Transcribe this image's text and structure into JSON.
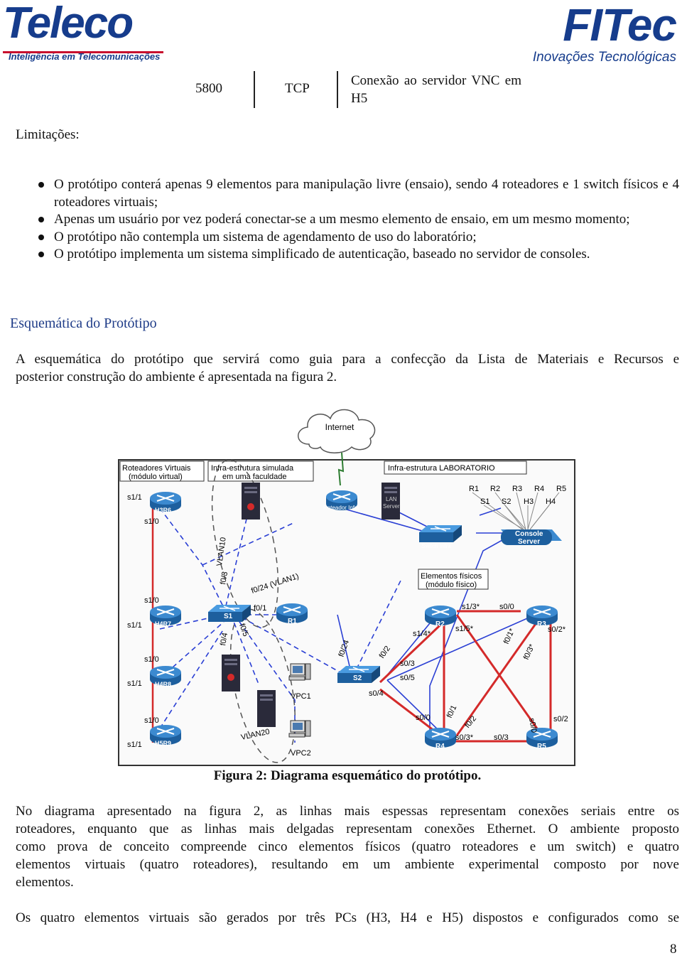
{
  "header": {
    "teleco_logo": {
      "name": "Teleco",
      "tagline": "Inteligência em Telecomunicações"
    },
    "fitec_logo": {
      "name": "FITec",
      "tagline": "Inovações Tecnológicas"
    }
  },
  "table_row": {
    "port": "5800",
    "protocol": "TCP",
    "description": "Conexão ao servidor VNC em H5"
  },
  "limitations": {
    "title": "Limitações:",
    "items": [
      "O protótipo conterá apenas 9 elementos para manipulação livre (ensaio), sendo 4 roteadores e 1 switch físicos e 4 roteadores virtuais;",
      "Apenas um usuário por vez poderá conectar-se a um mesmo elemento de ensaio, em um mesmo momento;",
      "O protótipo não contempla um sistema de agendamento de uso do laboratório;",
      "O protótipo implementa um sistema simplificado de autenticação, baseado no servidor de consoles."
    ]
  },
  "schematic": {
    "title": "Esquemática do Protótipo",
    "intro_line1": "A esquemática do protótipo que servirá como guia para a confecção da Lista de Materiais e Recursos e",
    "intro_line2": "posterior construção do ambiente é apresentada na figura 2."
  },
  "figure": {
    "caption": "Figura 2: Diagrama esquemático do protótipo.",
    "internet": "Internet",
    "box_virtual": [
      "Roteadores Virtuais",
      "(módulo virtual)"
    ],
    "box_sim": [
      "Infra-estrutura simulada",
      "em uma faculdade"
    ],
    "box_lab": "Infra-estrutura LABORATORIO",
    "box_fisicos": [
      "Elementos físicos",
      "(módulo físico)"
    ],
    "router_infra": "Roteador Infra",
    "lan_server": [
      "LAN",
      "Server"
    ],
    "switch_infra": "Switch Infra",
    "console_server": [
      "Console",
      "Server"
    ],
    "console_top": [
      "R1",
      "R2",
      "R3",
      "R4",
      "R5"
    ],
    "console_bottom": [
      "S1",
      "S2",
      "H3",
      "H4"
    ],
    "virtual_routers": [
      "H3R6",
      "H4R7",
      "H4R8",
      "H5R9"
    ],
    "vr_ports": [
      "s1/1",
      "s1/0",
      "s1/0",
      "s1/1",
      "s1/0",
      "s1/1",
      "s1/0",
      "s1/1"
    ],
    "s1": "S1",
    "r1": "R1",
    "s2": "S2",
    "r2": "R2",
    "r3": "R3",
    "r4": "R4",
    "r5": "R5",
    "vlan10": "VLAN10",
    "vlan20": "VLAN20",
    "vpc1": "VPC1",
    "vpc2": "VPC2",
    "s1_ports": [
      "f0/3",
      "f0/24 (VLAN1)",
      "f0/1",
      "f0/5",
      "f0/4"
    ],
    "s2_ports": [
      "f0/24",
      "f0/2",
      "s0/3",
      "s0/5",
      "s0/4"
    ],
    "r_ports": [
      "s1/3*",
      "s0/0",
      "s1/4*",
      "s1/5*",
      "f0/1*",
      "s0/2*",
      "f0/3*",
      "s0/0",
      "f0/1",
      "f0/2",
      "s0/3*",
      "s0/3",
      "s0/0",
      "s0/2"
    ]
  },
  "body_text": {
    "p1": [
      "No diagrama apresentado na figura 2, as linhas mais espessas representam conexões seriais entre os",
      "roteadores, enquanto que as linhas mais delgadas representam conexões Ethernet. O ambiente proposto",
      "como prova de conceito compreende cinco elementos físicos (quatro roteadores e um switch) e quatro",
      "elementos virtuais (quatro roteadores), resultando em um ambiente experimental composto por nove",
      "elementos."
    ],
    "p2": "Os quatro elementos virtuais são gerados por três PCs (H3, H4 e H5) dispostos e configurados como se"
  },
  "page_number": "8",
  "colors": {
    "brand_blue": "#163c8c",
    "section_blue": "#1f3c88",
    "serial_red": "#d42a2a",
    "ethernet_blue": "#2a3fd4"
  }
}
